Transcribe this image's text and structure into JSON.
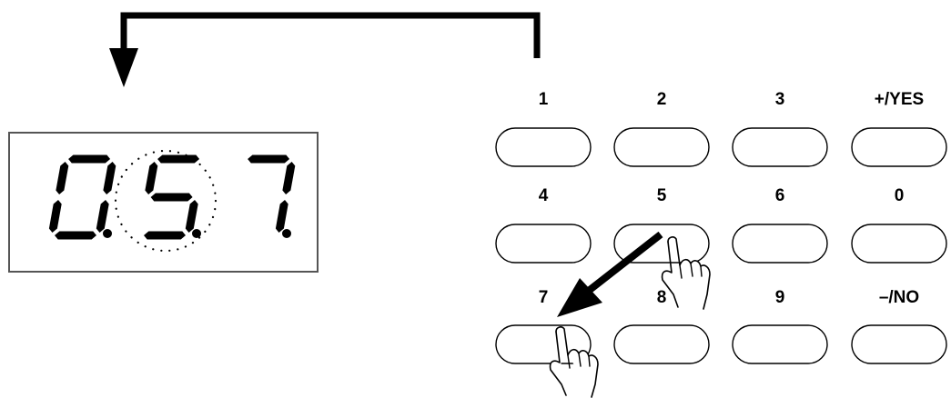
{
  "display": {
    "digits": [
      "0",
      "5",
      "7"
    ],
    "highlighted_digit_index": 1
  },
  "keypad": {
    "keys": [
      {
        "label": "1"
      },
      {
        "label": "2"
      },
      {
        "label": "3"
      },
      {
        "label": "+/YES"
      },
      {
        "label": "4"
      },
      {
        "label": "5"
      },
      {
        "label": "6"
      },
      {
        "label": "0"
      },
      {
        "label": "7"
      },
      {
        "label": "8"
      },
      {
        "label": "9"
      },
      {
        "label": "–/NO"
      }
    ],
    "pressed_keys": [
      "5",
      "7"
    ]
  },
  "icons": {
    "flow_arrow": "bent-arrow-icon",
    "press_arrow": "diagonal-arrow-icon",
    "finger": "pointing-finger-icon"
  }
}
